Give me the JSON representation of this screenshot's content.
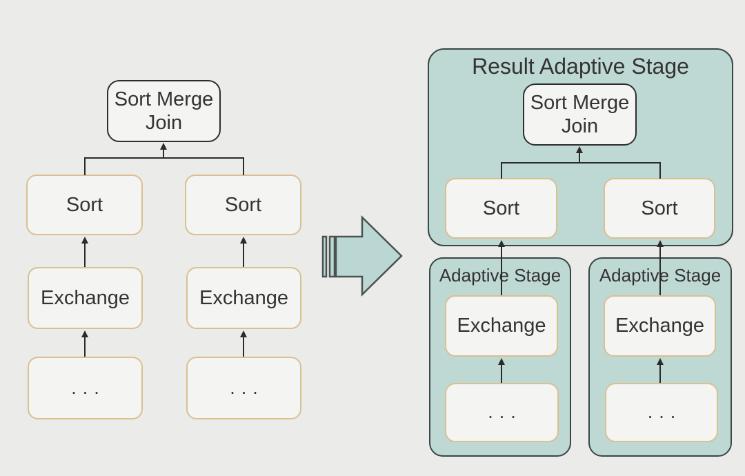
{
  "colors": {
    "background": "#ebebe9",
    "node_fill": "#f4f4f2",
    "tan_border": "#d9c08f",
    "dark_border": "#2d2d2d",
    "stage_fill": "#bed8d4",
    "stage_border": "#3a4644",
    "text": "#333333",
    "line": "#2b2b2b",
    "arrow_fill": "#bad7d3",
    "arrow_stroke": "#4c5250"
  },
  "diagram": {
    "left_plan": {
      "root_label": "Sort Merge Join",
      "sorts": [
        "Sort",
        "Sort"
      ],
      "exchanges": [
        "Exchange",
        "Exchange"
      ],
      "leaves": [
        "...",
        "..."
      ]
    },
    "transform_arrow": "striped-right-arrow",
    "right_plan": {
      "result_stage": {
        "title": "Result Adaptive Stage",
        "root_label": "Sort Merge Join",
        "sorts": [
          "Sort",
          "Sort"
        ]
      },
      "adaptive_stages": [
        {
          "title": "Adaptive Stage",
          "exchange_label": "Exchange",
          "leaf_label": "..."
        },
        {
          "title": "Adaptive Stage",
          "exchange_label": "Exchange",
          "leaf_label": "..."
        }
      ]
    }
  }
}
